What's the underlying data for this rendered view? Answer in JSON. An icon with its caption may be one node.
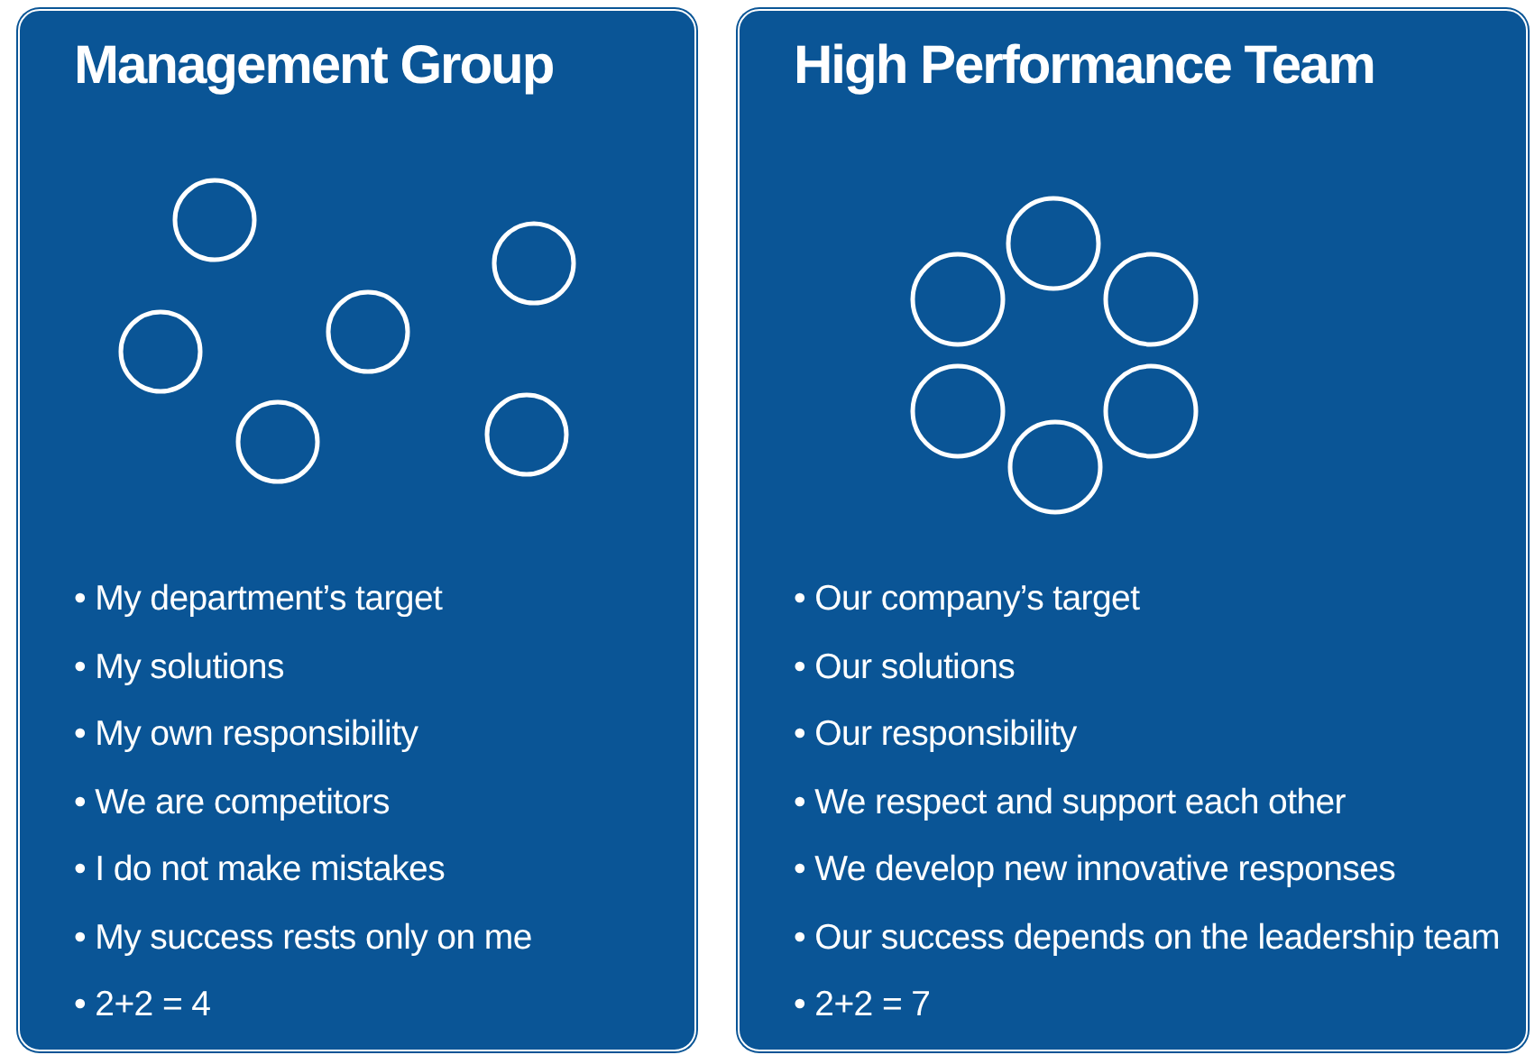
{
  "diagram": {
    "nodes": [
      {
        "text": [
          "Management Group",
          "• My department’s target",
          "• My solutions",
          "• My own responsibility",
          "• We are competitors",
          "• I do not make mistakes",
          "• My success rests only on me",
          "• 2+2 = 4"
        ]
      },
      {
        "text": [],
        "shape": "circle",
        "in": 0
      },
      {
        "text": [],
        "shape": "circle",
        "in": 0
      },
      {
        "text": [],
        "shape": "circle",
        "in": 0
      },
      {
        "text": [],
        "shape": "circle",
        "in": 0
      },
      {
        "text": [],
        "shape": "circle",
        "in": 0
      },
      {
        "text": [],
        "shape": "circle",
        "in": 0
      },
      {
        "text": [
          "High Performance Team",
          "• Our company’s target",
          "• Our solutions",
          "• Our responsibility",
          "• We respect and support each other",
          "• We develop new innovative responses",
          "• Our success depends on the leadership team",
          "• 2+2 = 7"
        ]
      },
      {
        "text": [],
        "shape": "circle",
        "in": 7
      },
      {
        "text": [],
        "shape": "circle",
        "in": 7
      },
      {
        "text": [],
        "shape": "circle",
        "in": 7
      },
      {
        "text": [],
        "shape": "circle",
        "in": 7
      },
      {
        "text": [],
        "shape": "circle",
        "in": 7
      },
      {
        "text": [],
        "shape": "circle",
        "in": 7
      }
    ]
  }
}
